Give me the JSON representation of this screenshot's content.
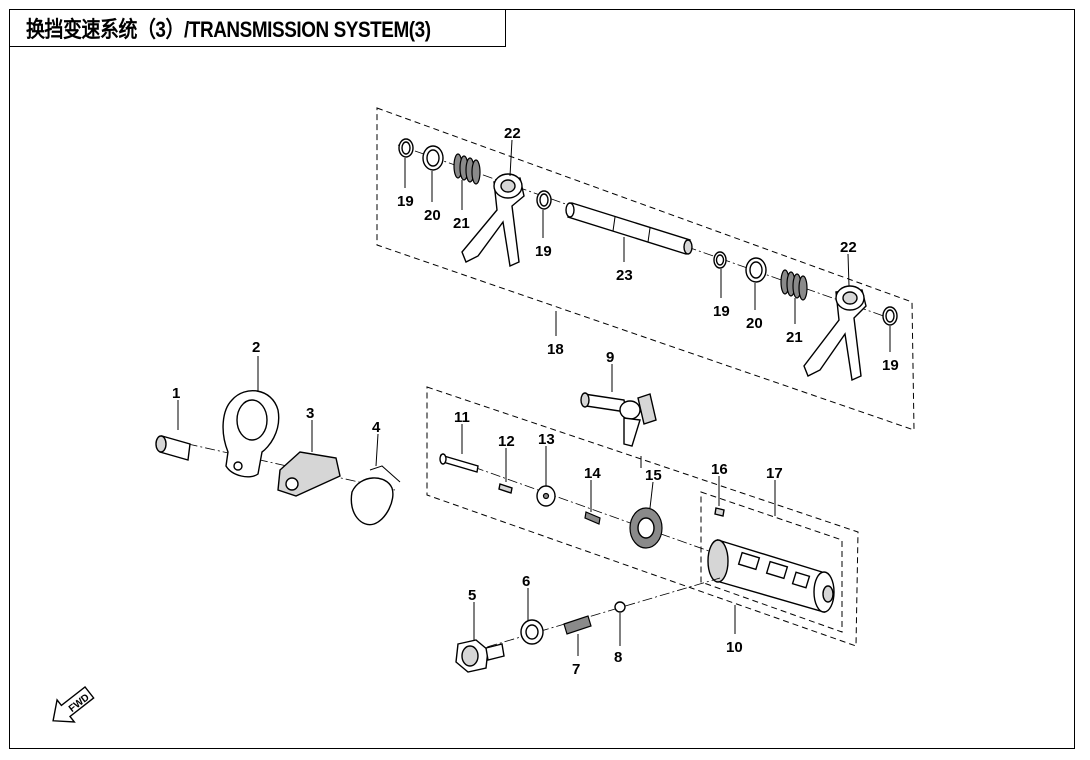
{
  "title": "换挡变速系统（3）/TRANSMISSION SYSTEM(3)",
  "callouts": {
    "c1": "1",
    "c2": "2",
    "c3": "3",
    "c4": "4",
    "c5": "5",
    "c6": "6",
    "c7": "7",
    "c8": "8",
    "c9": "9",
    "c10": "10",
    "c11": "11",
    "c12": "12",
    "c13": "13",
    "c14": "14",
    "c15": "15",
    "c16": "16",
    "c17": "17",
    "c18": "18",
    "c19a": "19",
    "c19b": "19",
    "c19c": "19",
    "c19d": "19",
    "c20a": "20",
    "c20b": "20",
    "c21a": "21",
    "c21b": "21",
    "c22a": "22",
    "c22b": "22",
    "c23": "23"
  },
  "fwd_label": "FWD"
}
